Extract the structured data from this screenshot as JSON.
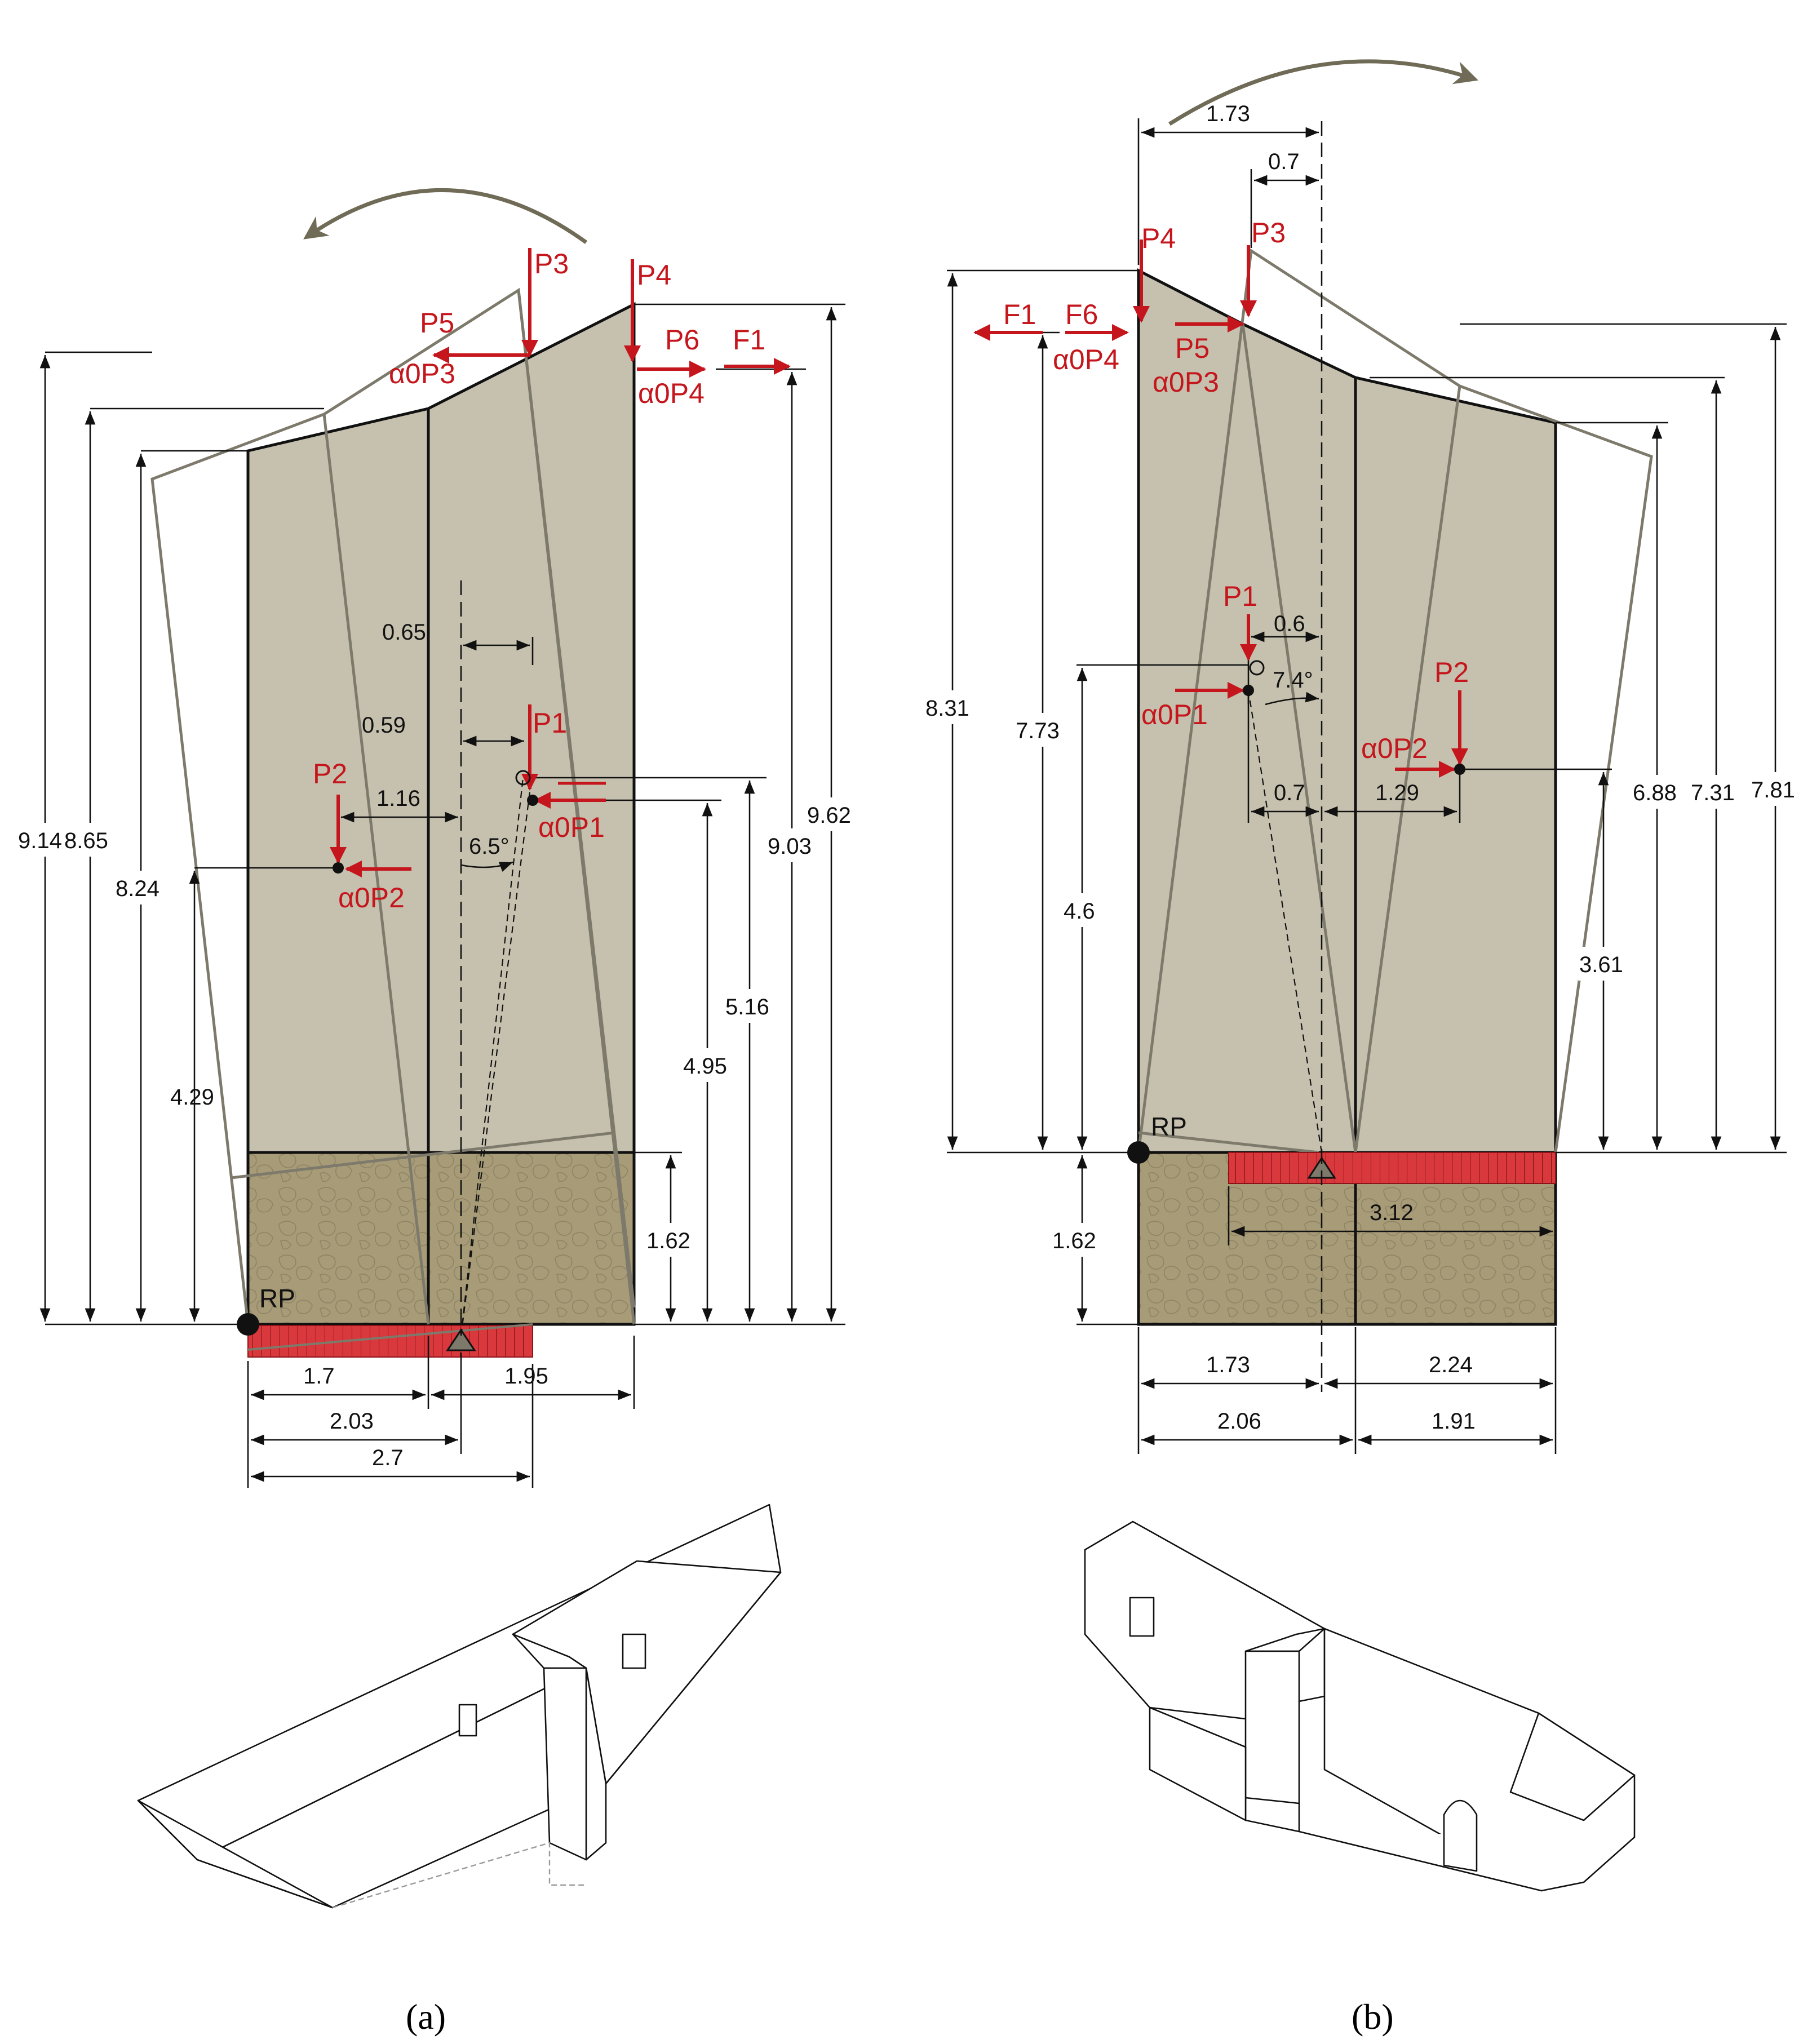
{
  "panel_a": {
    "caption": "(a)",
    "rotation_label": "6.5°",
    "reference_point": "RP",
    "forces": {
      "p3": "P3",
      "p4": "P4",
      "p5": "P5",
      "a0p3": "α0P3",
      "p6": "P6",
      "a0p4": "α0P4",
      "f1": "F1",
      "p1": "P1",
      "a0p1": "α0P1",
      "p2": "P2",
      "a0p2": "α0P2"
    },
    "dimensions": {
      "h914": "9.14",
      "h865": "8.65",
      "h824": "8.24",
      "h429": "4.29",
      "h962": "9.62",
      "h903": "9.03",
      "h516": "5.16",
      "h495": "4.95",
      "h162": "1.62",
      "d065": "0.65",
      "d059": "0.59",
      "d116": "1.16",
      "d17": "1.7",
      "d195": "1.95",
      "d203": "2.03",
      "d27": "2.7"
    }
  },
  "panel_b": {
    "caption": "(b)",
    "rotation_label": "7.4°",
    "reference_point": "RP",
    "forces": {
      "p4": "P4",
      "p3": "P3",
      "f1": "F1",
      "f6": "F6",
      "a0p4": "α0P4",
      "p5": "P5",
      "a0p3": "α0P3",
      "p1": "P1",
      "a0p1": "α0P1",
      "p2": "P2",
      "a0p2": "α0P2"
    },
    "dimensions": {
      "d173top": "1.73",
      "d07top": "0.7",
      "d06": "0.6",
      "d07mid": "0.7",
      "d129": "1.29",
      "h831": "8.31",
      "h773": "7.73",
      "h46": "4.6",
      "h162": "1.62",
      "h688": "6.88",
      "h731": "7.31",
      "h781": "7.81",
      "h361": "3.61",
      "d312": "3.12",
      "d173": "1.73",
      "d224": "2.24",
      "d206": "2.06",
      "d191": "1.91"
    }
  },
  "colors": {
    "wall": "#c6c1ae",
    "foundation": "#a79b78",
    "force": "#c4161c",
    "rotated_outline": "#7d7a6c"
  }
}
